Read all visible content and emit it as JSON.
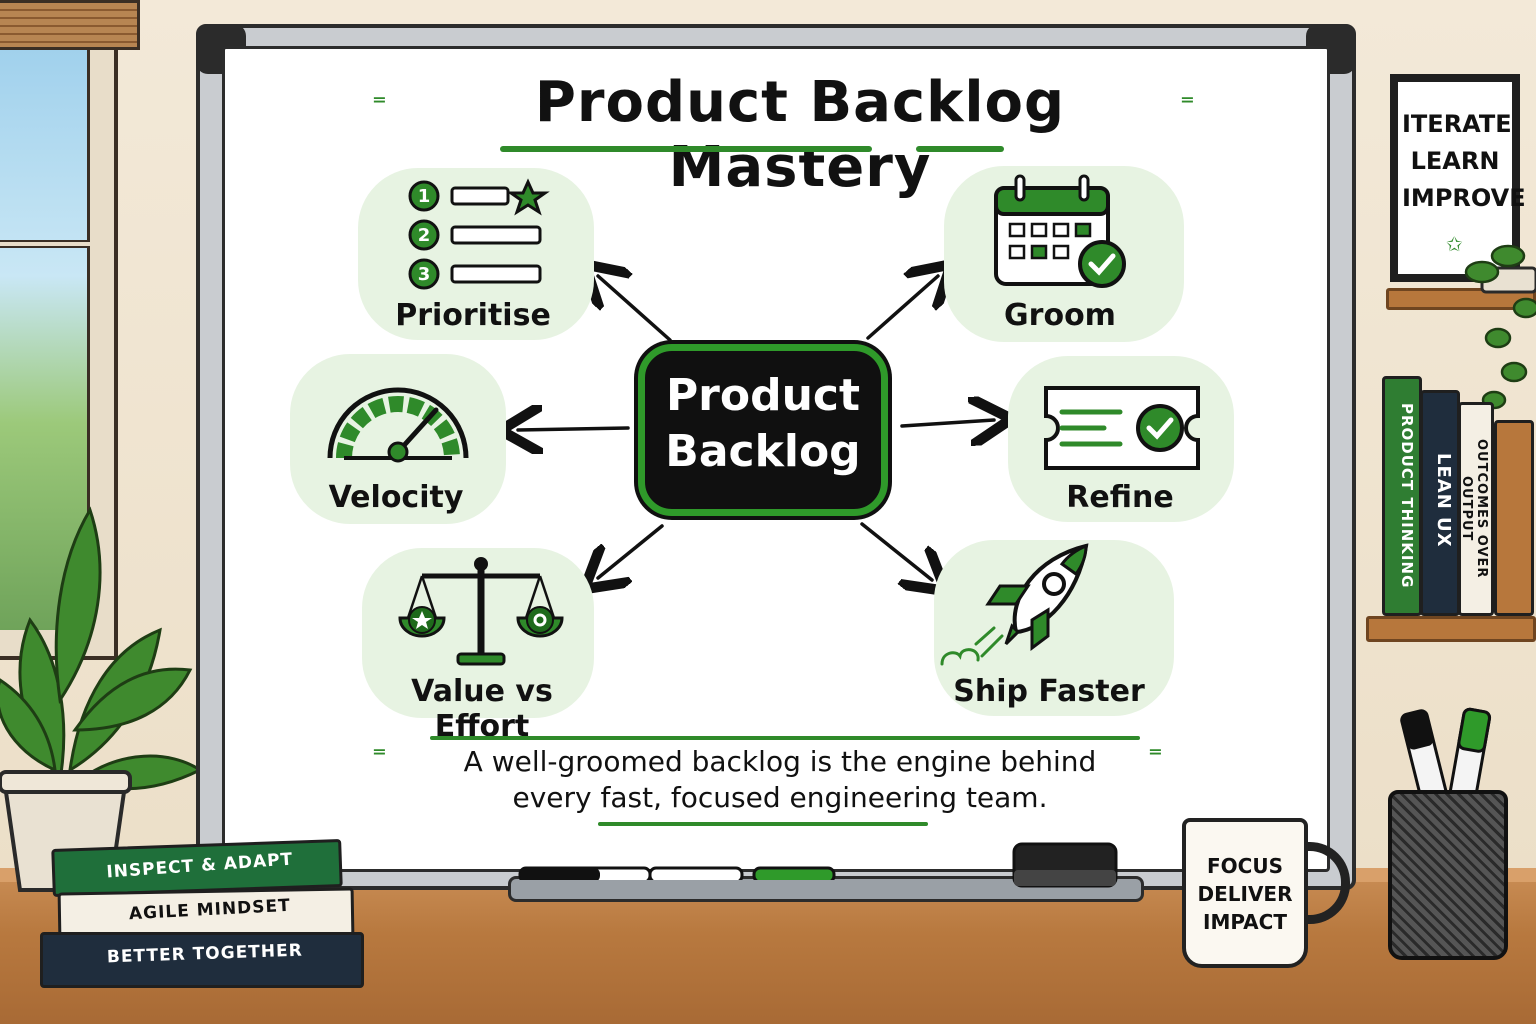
{
  "title": "Product Backlog Mastery",
  "center": {
    "line1": "Product",
    "line2": "Backlog"
  },
  "nodes": [
    {
      "id": "prioritise",
      "label": "Prioritise",
      "icon": "ranked-list-icon"
    },
    {
      "id": "groom",
      "label": "Groom",
      "icon": "calendar-check-icon"
    },
    {
      "id": "velocity",
      "label": "Velocity",
      "icon": "speedometer-icon"
    },
    {
      "id": "refine",
      "label": "Refine",
      "icon": "ticket-check-icon"
    },
    {
      "id": "value_effort",
      "label": "Value vs Effort",
      "icon": "balance-scale-icon"
    },
    {
      "id": "ship",
      "label": "Ship Faster",
      "icon": "rocket-icon"
    }
  ],
  "prioritise_numbers": [
    "1",
    "2",
    "3"
  ],
  "tagline": {
    "line1": "A well-groomed backlog is the engine behind",
    "line2": "every fast, focused engineering team."
  },
  "poster": {
    "line1": "ITERATE",
    "line2": "LEARN",
    "line3": "IMPROVE"
  },
  "shelf_books": [
    {
      "title": "PRODUCT THINKING",
      "color": "#2f7d32"
    },
    {
      "title": "LEAN UX",
      "color": "#1f2d3d"
    },
    {
      "title": "OUTCOMES OVER OUTPUT",
      "color": "#f4efe4"
    }
  ],
  "desk_books": [
    {
      "title": "INSPECT & ADAPT",
      "color": "#1f6f3a"
    },
    {
      "title": "AGILE MINDSET",
      "color": "#f4efe4"
    },
    {
      "title": "BETTER TOGETHER",
      "color": "#1f2d3d"
    }
  ],
  "mug": {
    "line1": "FOCUS",
    "line2": "DELIVER",
    "line3": "IMPACT"
  },
  "colors": {
    "accent": "#2f8a2a",
    "node_bg": "#e7f3e2",
    "ink": "#111111"
  }
}
